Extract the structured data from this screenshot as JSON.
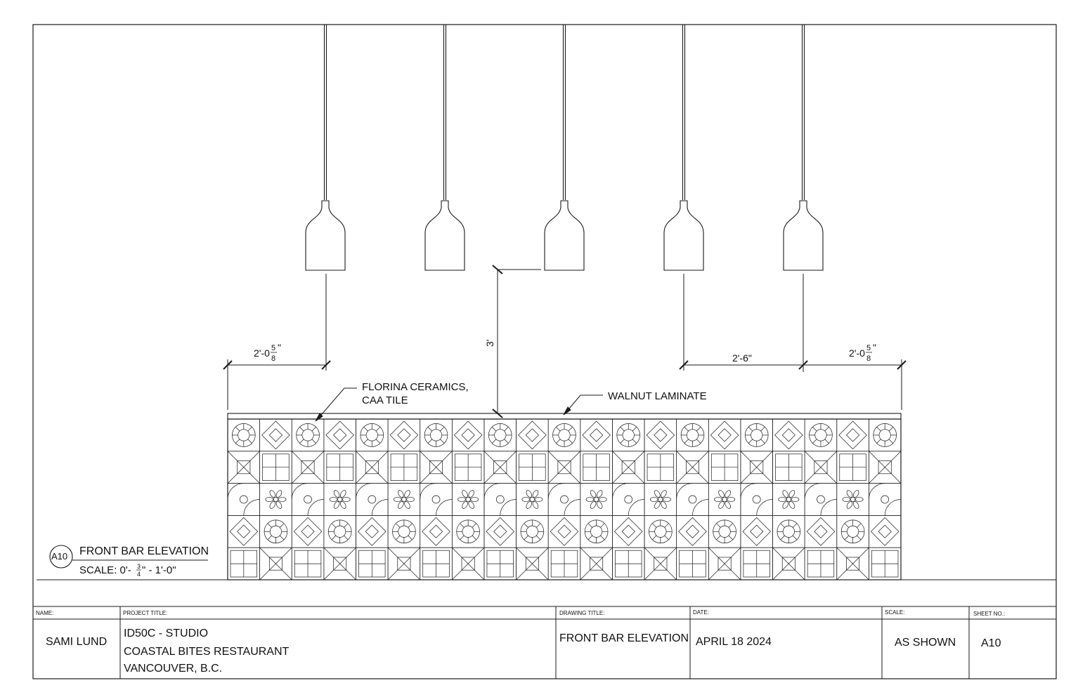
{
  "drawing": {
    "title": "FRONT BAR ELEVATION",
    "scale_prefix": "SCALE: 0'-",
    "scale_num": "3",
    "scale_den": "4",
    "scale_suffix": "\" - 1'-0\"",
    "tag": "A10"
  },
  "annotations": {
    "tile_line1": "FLORINA CERAMICS,",
    "tile_line2": "CAA  TILE",
    "laminate": "WALNUT LAMINATE"
  },
  "dimensions": {
    "left_whole": "2'-0",
    "left_num": "5",
    "left_den": "8",
    "left_inch": "\"",
    "vertical": "3'",
    "middle_right": "2'-6\"",
    "right_whole": "2'-0",
    "right_num": "5",
    "right_den": "8",
    "right_inch": "\""
  },
  "title_block": {
    "name_caption": "NAME:",
    "name_value": "SAMI LUND",
    "project_caption": "PROJECT TITLE:",
    "project_line1": "ID50C - STUDIO",
    "project_line2": "COASTAL BITES RESTAURANT",
    "project_line3": "VANCOUVER, B.C.",
    "drawing_caption": "DRAWING TITLE:",
    "drawing_value": "FRONT BAR ELEVATION",
    "date_caption": "DATE:",
    "date_value": "APRIL 18 2024",
    "scale_caption": "SCALE:",
    "scale_value": "AS SHOWN",
    "sheet_caption": "SHEET NO.:",
    "sheet_value": "A10"
  },
  "pendants": {
    "count": 5
  },
  "tile_grid": {
    "columns": 21,
    "rows": 5
  },
  "colors": {
    "line": "#1a1a1a",
    "paper": "#ffffff"
  }
}
